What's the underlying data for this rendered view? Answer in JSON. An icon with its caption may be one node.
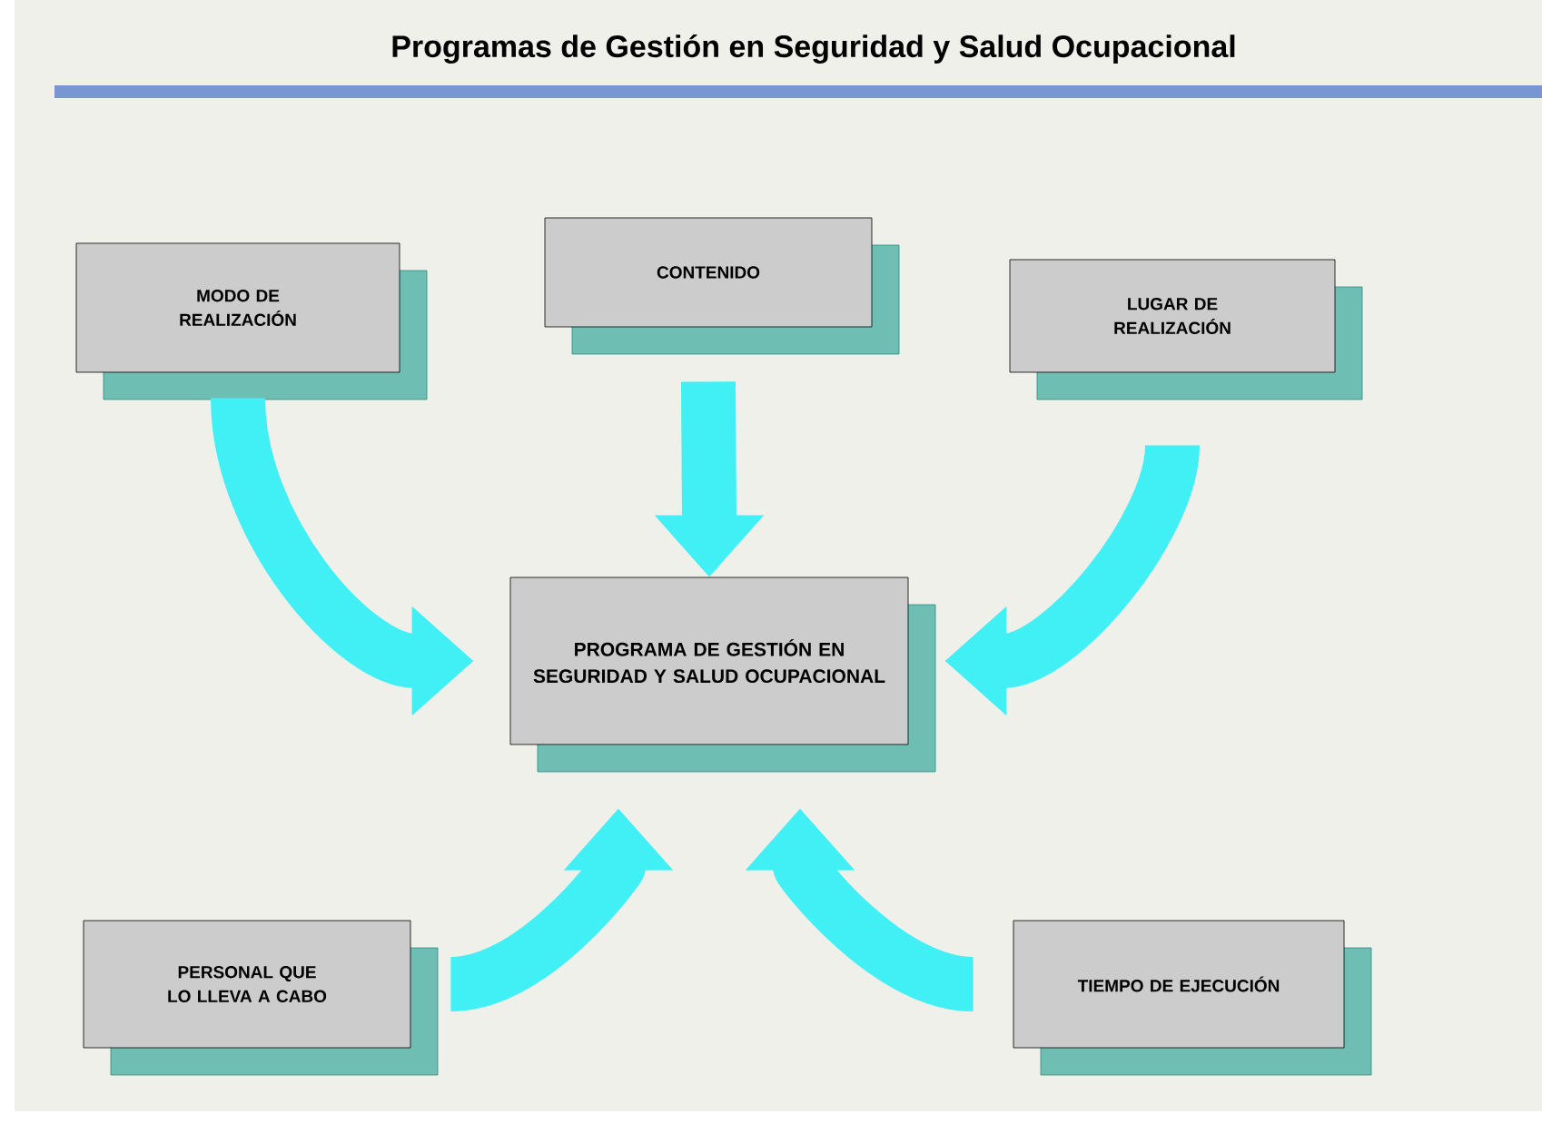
{
  "diagram": {
    "title": "Programas de Gestión en Seguridad y Salud Ocupacional",
    "nodes": [
      {
        "text": [
          "MODO DE REALIZACIÓN"
        ]
      },
      {
        "text": [
          "CONTENIDO"
        ]
      },
      {
        "text": [
          "LUGAR DE REALIZACIÓN"
        ]
      },
      {
        "text": [
          "PROGRAMA DE GESTIÓN EN SEGURIDAD Y SALUD OCUPACIONAL"
        ]
      },
      {
        "text": [
          "PERSONAL QUE LO LLEVA A CABO"
        ]
      },
      {
        "text": [
          "TIEMPO DE EJECUCIÓN"
        ]
      }
    ],
    "edges": [
      {
        "from": 0,
        "to": 3,
        "arrow": "to"
      },
      {
        "from": 1,
        "to": 3,
        "arrow": "to"
      },
      {
        "from": 2,
        "to": 3,
        "arrow": "to"
      },
      {
        "from": 4,
        "to": 3,
        "arrow": "to"
      },
      {
        "from": 5,
        "to": 3,
        "arrow": "to"
      }
    ]
  }
}
